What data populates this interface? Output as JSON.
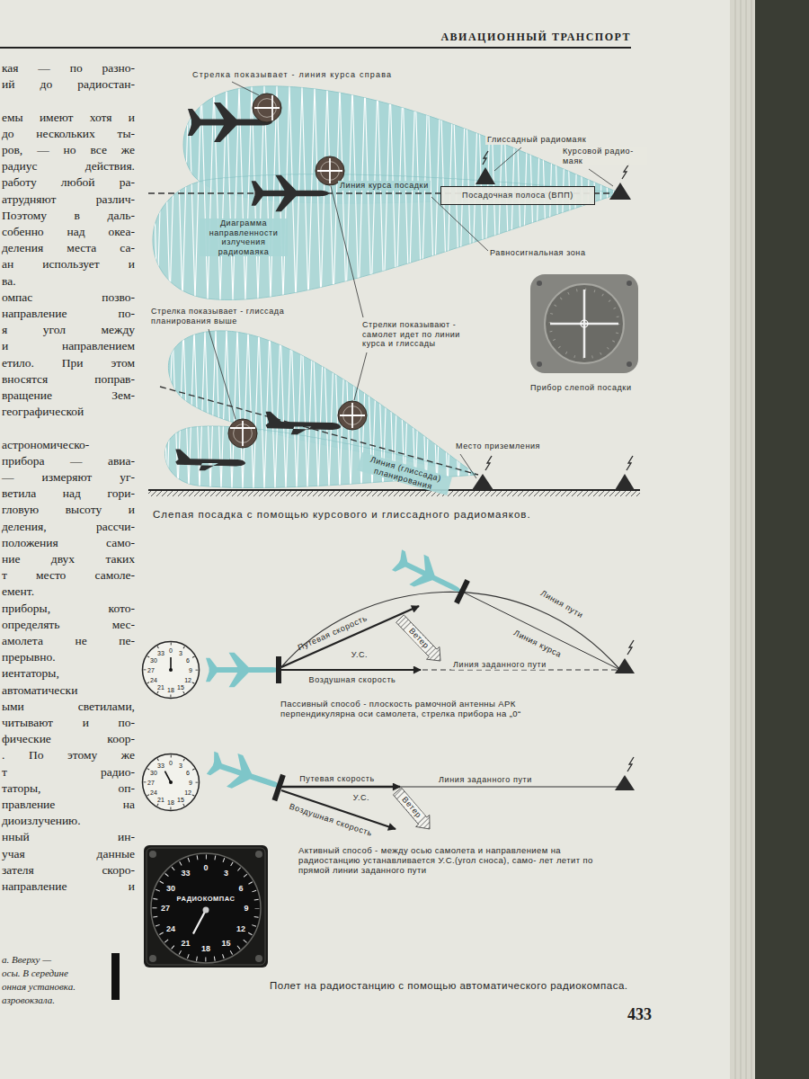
{
  "diagram": {
    "nodes": [
      {
        "text": [
          "Посадочная полоса (ВПП)"
        ]
      },
      {
        "text": [
          "0",
          "3",
          "6",
          "9",
          "12",
          "15",
          "18",
          "21",
          "24",
          "27",
          "30",
          "33"
        ]
      },
      {
        "text": [
          "0",
          "3",
          "6",
          "9",
          "12",
          "15",
          "18",
          "21",
          "24",
          "27",
          "30",
          "33"
        ]
      },
      {
        "text": [
          "РАДИОКОМПАС",
          "0",
          "3",
          "6",
          "9",
          "12",
          "15",
          "18",
          "21",
          "24",
          "27",
          "30",
          "33"
        ]
      }
    ],
    "labels": [
      "АВИАЦИОННЫЙ ТРАНСПОРТ",
      "кая — по разно-",
      "ий до радиостан-",
      "емы имеют хотя и",
      "до нескольких ты-",
      "ров, — но все же",
      "радиус действия.",
      "работу любой ра-",
      "атрудняют различ-",
      "Поэтому в даль-",
      "собенно над океа-",
      "деления места са-",
      "ан использует и",
      "ва.",
      "омпас позво-",
      "направление по-",
      "я угол между",
      "и направлением",
      "етило. При этом",
      "вносятся поправ-",
      "вращение Зем-",
      "географической",
      "астрономическо-",
      "прибора — авиа-",
      "— измеряют уг-",
      "ветила над гори-",
      "гловую высоту и",
      "деления, рассчи-",
      "положения само-",
      "ние двух таких",
      "т место самоле-",
      "емент.",
      "приборы, кото-",
      "определять мес-",
      "амолета не пе-",
      "прерывно.",
      "иентаторы,",
      "автоматически",
      "ыми светилами,",
      "читывают и по-",
      "фические коор-",
      ". По этому же",
      "т радио-",
      "таторы, оп-",
      "правление на",
      "диоизлучению.",
      "нный ин-",
      "учая данные",
      "зателя скоро-",
      "направление и",
      "Стрелка показывает - линия курса справа",
      "Глиссадный радиомаяк",
      "Курсовой радио- маяк",
      "Линия курса посадки",
      "Диаграмма направленности излучения радиомаяка",
      "Равносигнальная зона",
      "Стрелка показывает - глиссада планирования выше",
      "Стрелки показывают - самолет идет по линии курса и глиссады",
      "Прибор слепой посадки",
      "Место приземления",
      "Линия (глиссада) планирования",
      "Слепая посадка с помощью курсового и глиссадного радиомаяков.",
      "Путевая скорость",
      "У.С.",
      "Ветер",
      "Воздушная скорость",
      "Линия пути",
      "Линия курса",
      "Линия заданного пути",
      "Пассивный способ - плоскость рамочной антенны АРК перпендикулярна оси самолета, стрелка прибора на „0“",
      "Путевая скорость",
      "У.С.",
      "Ветер",
      "Воздушная скорость",
      "Линия заданного пути",
      "Активный способ - между осью самолета и направлением на радиостанцию устанавливается У.С.(угол сноса), само- лет летит по прямой линии заданного пути",
      "Полет на радиостанцию с помощью автоматического радиокомпаса.",
      "а. Вверху —",
      "осы. В середине",
      "онная установка.",
      "азровокзала.",
      "433"
    ]
  }
}
